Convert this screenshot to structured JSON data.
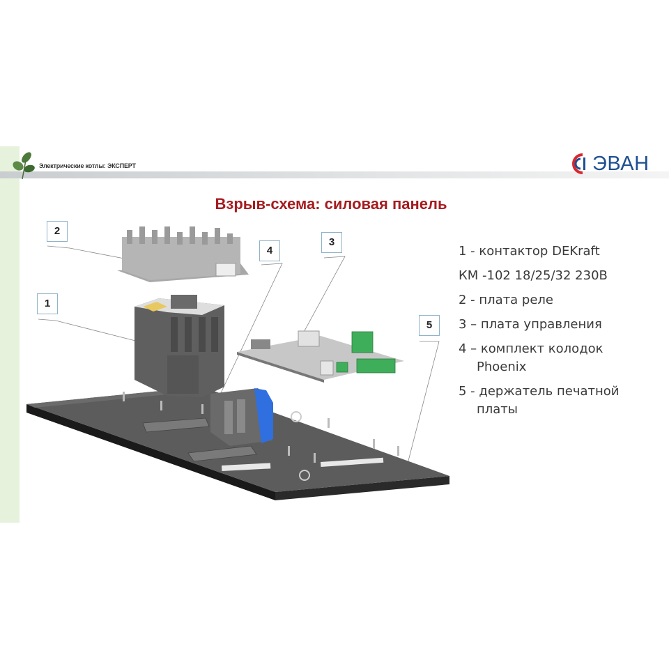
{
  "header": {
    "subtitle": "Электрические котлы: ЭКСПЕРТ",
    "logo_text": "ЭВАН"
  },
  "title": "Взрыв-схема: силовая панель",
  "callouts": [
    "1",
    "2",
    "3",
    "4",
    "5"
  ],
  "legend": [
    "1 - контактор DEKraft",
    "КМ -102 18/25/32 230В",
    "2 - плата реле",
    "3 – плата управления",
    "4 – комплект колодок",
    "Phoenix",
    "5 - держатель печатной",
    "платы"
  ],
  "colors": {
    "title": "#a51c1f",
    "logo": "#1d4f91",
    "phoenix_blue": "#2f6fe0",
    "terminal_green": "#3fae5a"
  }
}
